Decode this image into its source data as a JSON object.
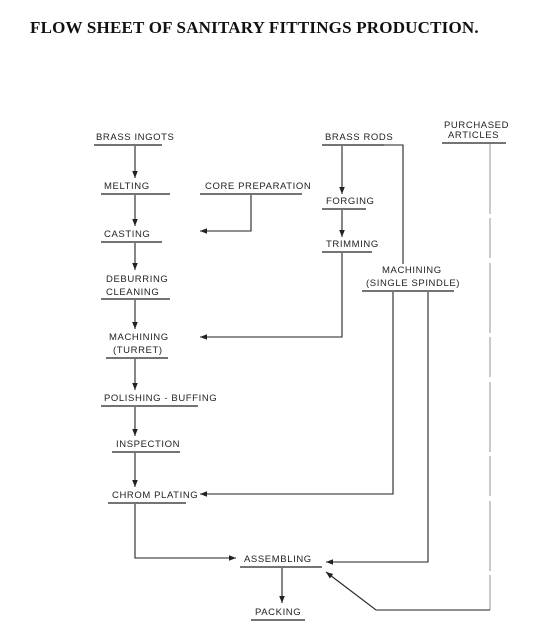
{
  "title": "FLOW SHEET OF SANITARY FITTINGS PRODUCTION.",
  "nodes": {
    "brass_ingots": "BRASS INGOTS",
    "brass_rods": "BRASS RODS",
    "purchased_1": "PURCHASED",
    "purchased_2": "ARTICLES",
    "melting": "MELTING",
    "core_preparation": "CORE PREPARATION",
    "forging": "FORGING",
    "casting": "CASTING",
    "trimming": "TRIMMING",
    "deburring_1": "DEBURRING",
    "deburring_2": "CLEANING",
    "machining_single_1": "MACHINING",
    "machining_single_2": "(SINGLE SPINDLE)",
    "machining_turret_1": "MACHINING",
    "machining_turret_2": "(TURRET)",
    "polishing": "POLISHING - BUFFING",
    "inspection": "INSPECTION",
    "chrom_plating": "CHROM PLATING",
    "assembling": "ASSEMBLING",
    "packing": "PACKING"
  }
}
